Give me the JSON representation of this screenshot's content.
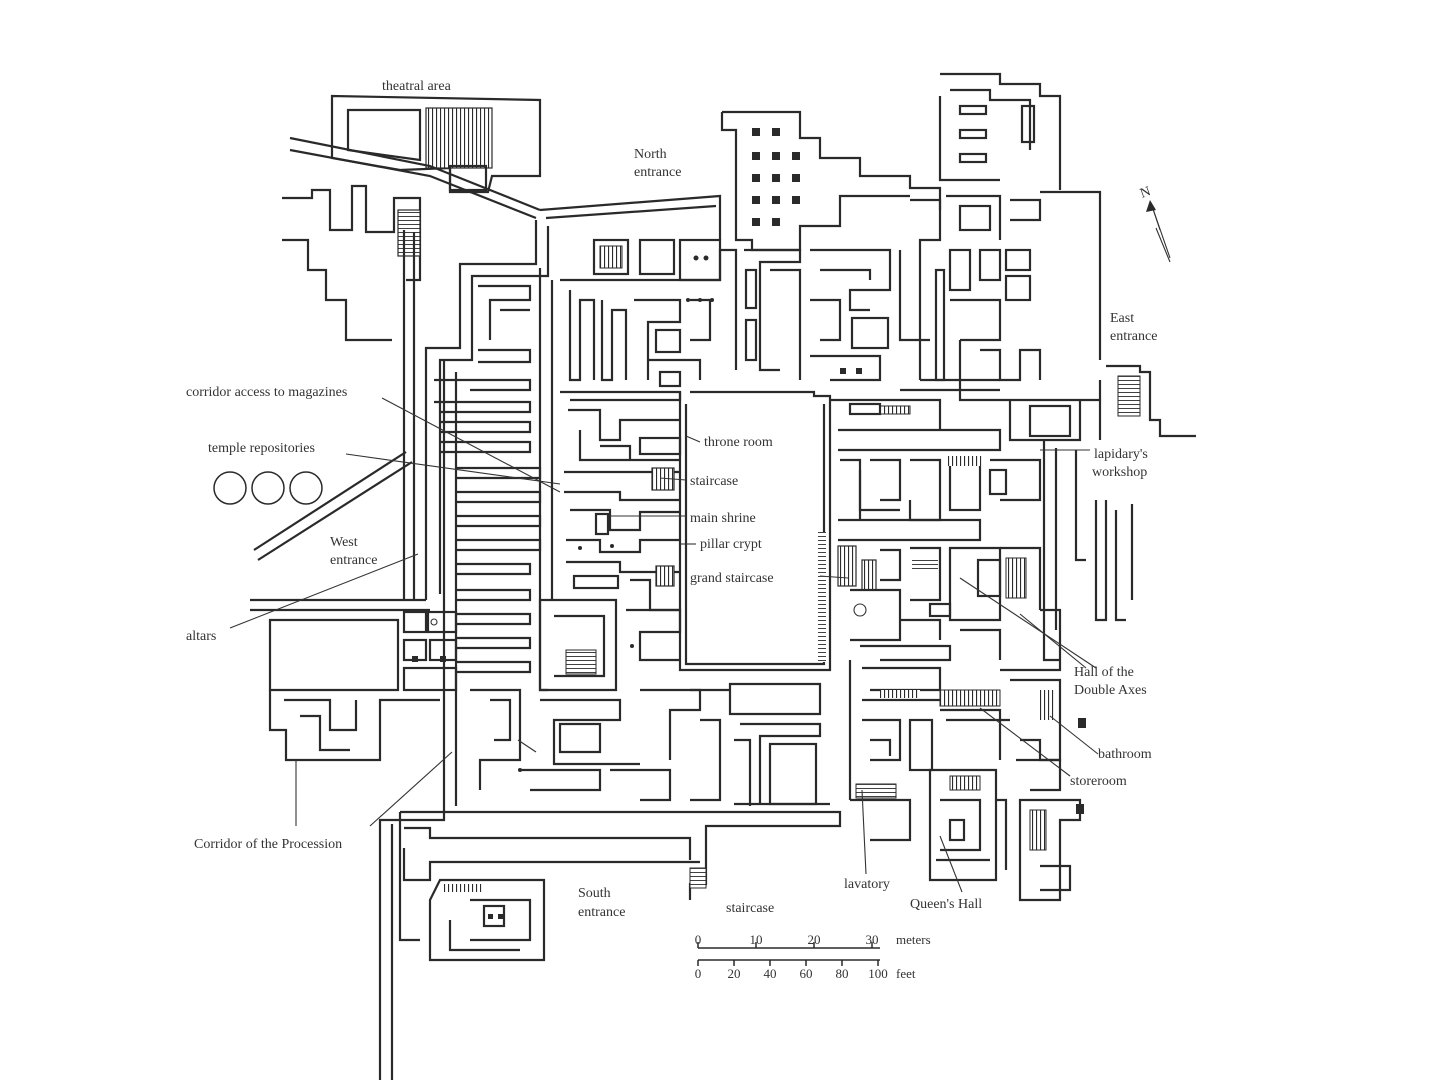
{
  "labels": {
    "theatral_area": "theatral area",
    "north_entrance_1": "North",
    "north_entrance_2": "entrance",
    "north_arrow": "N",
    "east_entrance_1": "East",
    "east_entrance_2": "entrance",
    "corridor_access": "corridor access to magazines",
    "temple_repositories": "temple repositories",
    "throne_room": "throne room",
    "staircase_1": "staircase",
    "main_shrine": "main shrine",
    "pillar_crypt": "pillar crypt",
    "grand_staircase": "grand staircase",
    "lapidary_1": "lapidary's",
    "lapidary_2": "workshop",
    "west_entrance_1": "West",
    "west_entrance_2": "entrance",
    "altars": "altars",
    "hall_double_axes_1": "Hall of the",
    "hall_double_axes_2": "Double Axes",
    "bathroom": "bathroom",
    "storeroom": "storeroom",
    "corridor_procession": "Corridor of the Procession",
    "south_entrance_1": "South",
    "south_entrance_2": "entrance",
    "staircase_2": "staircase",
    "lavatory": "lavatory",
    "queens_hall": "Queen's Hall"
  },
  "scale": {
    "meters_unit": "meters",
    "feet_unit": "feet",
    "meters_ticks": [
      "0",
      "10",
      "20",
      "30"
    ],
    "feet_ticks": [
      "0",
      "20",
      "40",
      "60",
      "80",
      "100"
    ]
  }
}
